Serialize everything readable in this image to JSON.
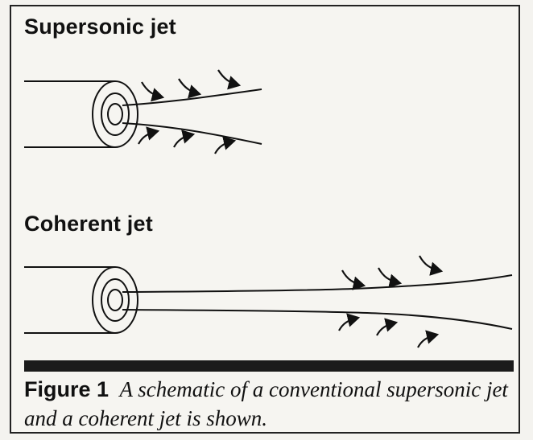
{
  "headings": {
    "supersonic": "Supersonic jet",
    "coherent": "Coherent jet"
  },
  "caption": {
    "label": "Figure 1",
    "text": "A schematic of a conventional supersonic jet and a coherent jet is shown."
  },
  "colors": {
    "ink": "#111111",
    "background": "#f6f5f1",
    "bar": "#1b1b1b"
  },
  "icons": [
    "nozzle",
    "jet-stream",
    "entrainment-arrow"
  ]
}
